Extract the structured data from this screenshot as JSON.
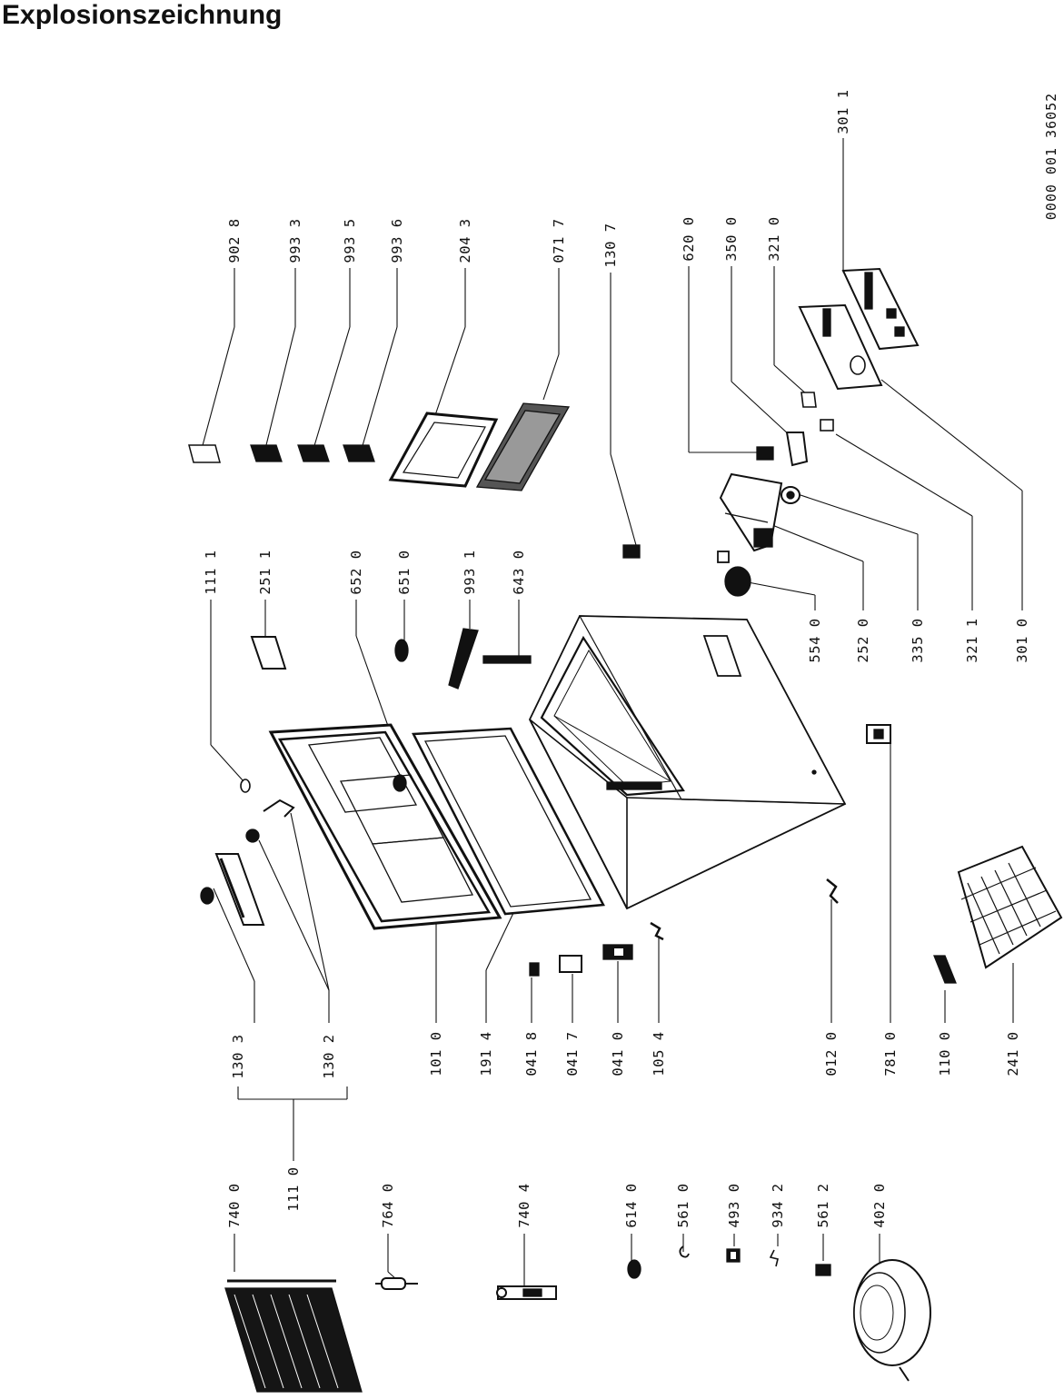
{
  "title": "Explosionszeichnung",
  "doc_number": "0000 001 36052",
  "parts": [
    "740 0",
    "764 0",
    "740 4",
    "614 0",
    "561 0",
    "493 0",
    "934 2",
    "561 2",
    "402 0",
    "111 0",
    "130 3",
    "130 2",
    "101 0",
    "191 4",
    "041 8",
    "041 7",
    "041 0",
    "105 4",
    "012 0",
    "781 0",
    "110 0",
    "241 0",
    "111 1",
    "251 1",
    "652 0",
    "651 0",
    "993 1",
    "643 0",
    "902 8",
    "993 3",
    "993 5",
    "993 6",
    "204 3",
    "071 7",
    "130 7",
    "620 0",
    "350 0",
    "321 0",
    "301 1",
    "554 0",
    "252 0",
    "335 0",
    "321 1",
    "301 0"
  ]
}
